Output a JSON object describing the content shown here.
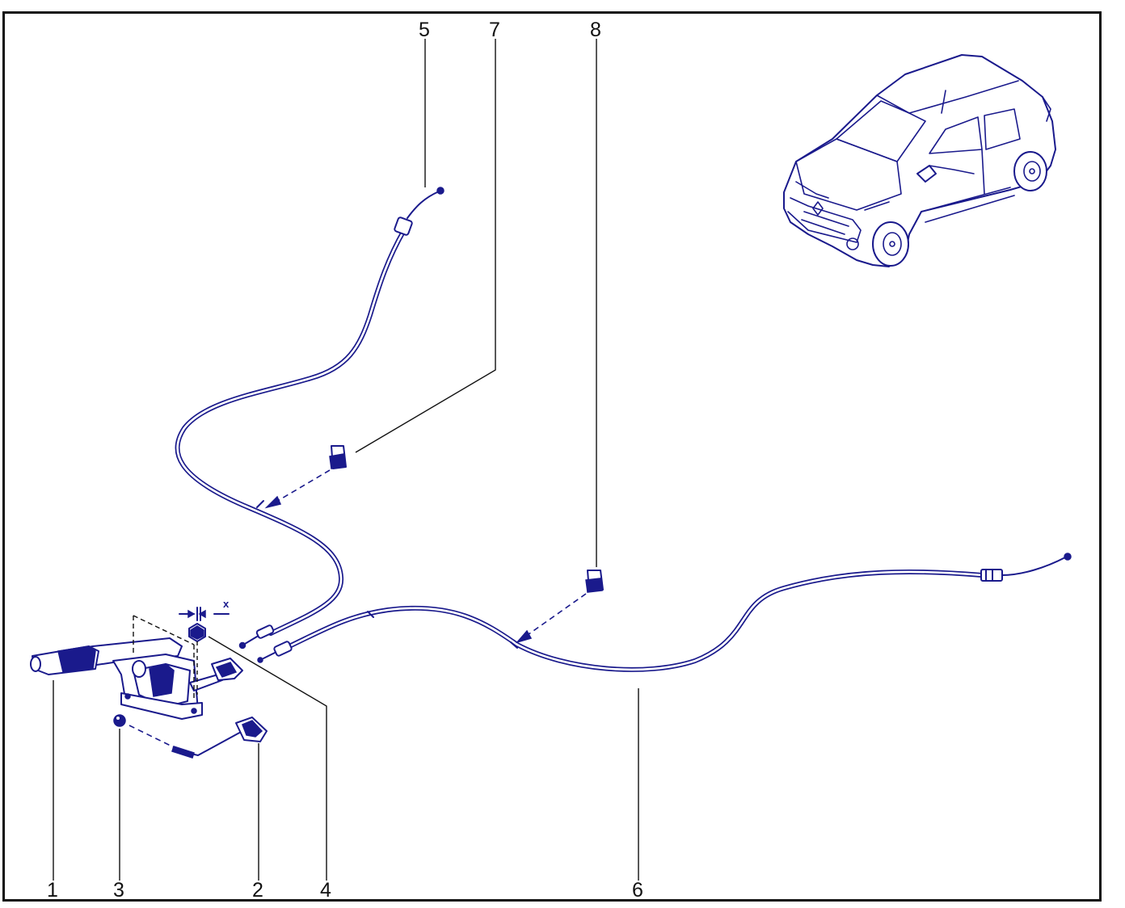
{
  "callouts": {
    "c1": "1",
    "c2": "2",
    "c3": "3",
    "c4": "4",
    "c5": "5",
    "c6": "6",
    "c7": "7",
    "c8": "8"
  },
  "dimension_label": "x",
  "colors": {
    "ink": "#1a1a8c",
    "frame": "#111111",
    "background": "#ffffff"
  }
}
